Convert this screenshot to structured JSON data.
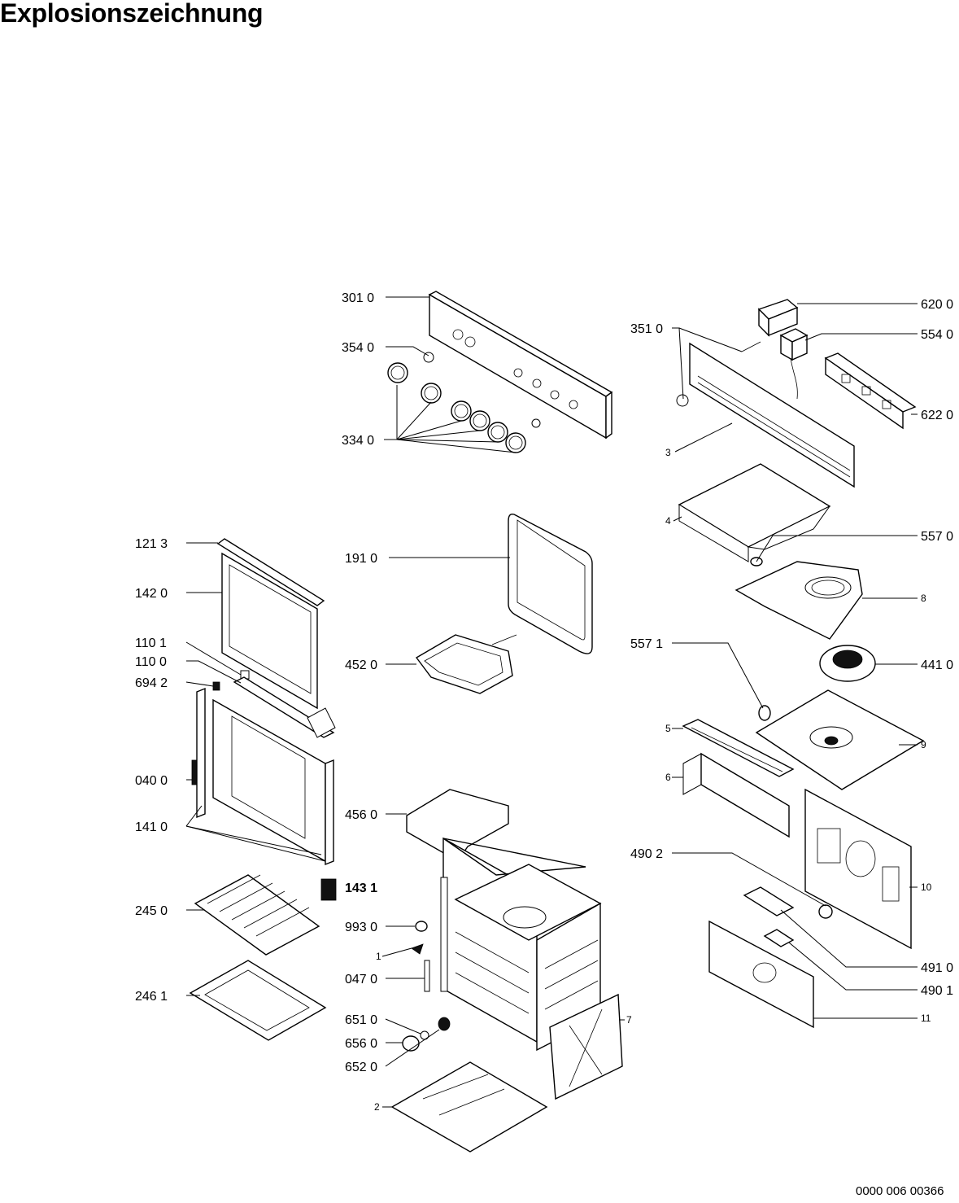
{
  "page_title": "Explosionszeichnung",
  "drawing_number": "0000 006 00366",
  "callouts": {
    "c3010": "301 0",
    "c3540": "354 0",
    "c3340": "334 0",
    "c3510": "351 0",
    "c6200": "620 0",
    "c5540": "554 0",
    "c6220": "622 0",
    "c3": "3",
    "c4": "4",
    "c5570": "557 0",
    "c8": "8",
    "c1213": "121 3",
    "c1420": "142 0",
    "c1910": "191 0",
    "c1101": "110 1",
    "c1100": "110 0",
    "c6942": "694 2",
    "c4520": "452 0",
    "c5571": "557 1",
    "c4410": "441 0",
    "c5": "5",
    "c9": "9",
    "c6": "6",
    "c0400": "040 0",
    "c1410": "141 0",
    "c4560": "456 0",
    "c4902": "490 2",
    "c1431": "143 1",
    "c10": "10",
    "c2450": "245 0",
    "c9930": "993 0",
    "c1": "1",
    "c0470": "047 0",
    "c4910": "491 0",
    "c4901": "490 1",
    "c2461": "246 1",
    "c6510": "651 0",
    "c11": "11",
    "c6560": "656 0",
    "c7": "7",
    "c6520": "652 0",
    "c2": "2"
  }
}
